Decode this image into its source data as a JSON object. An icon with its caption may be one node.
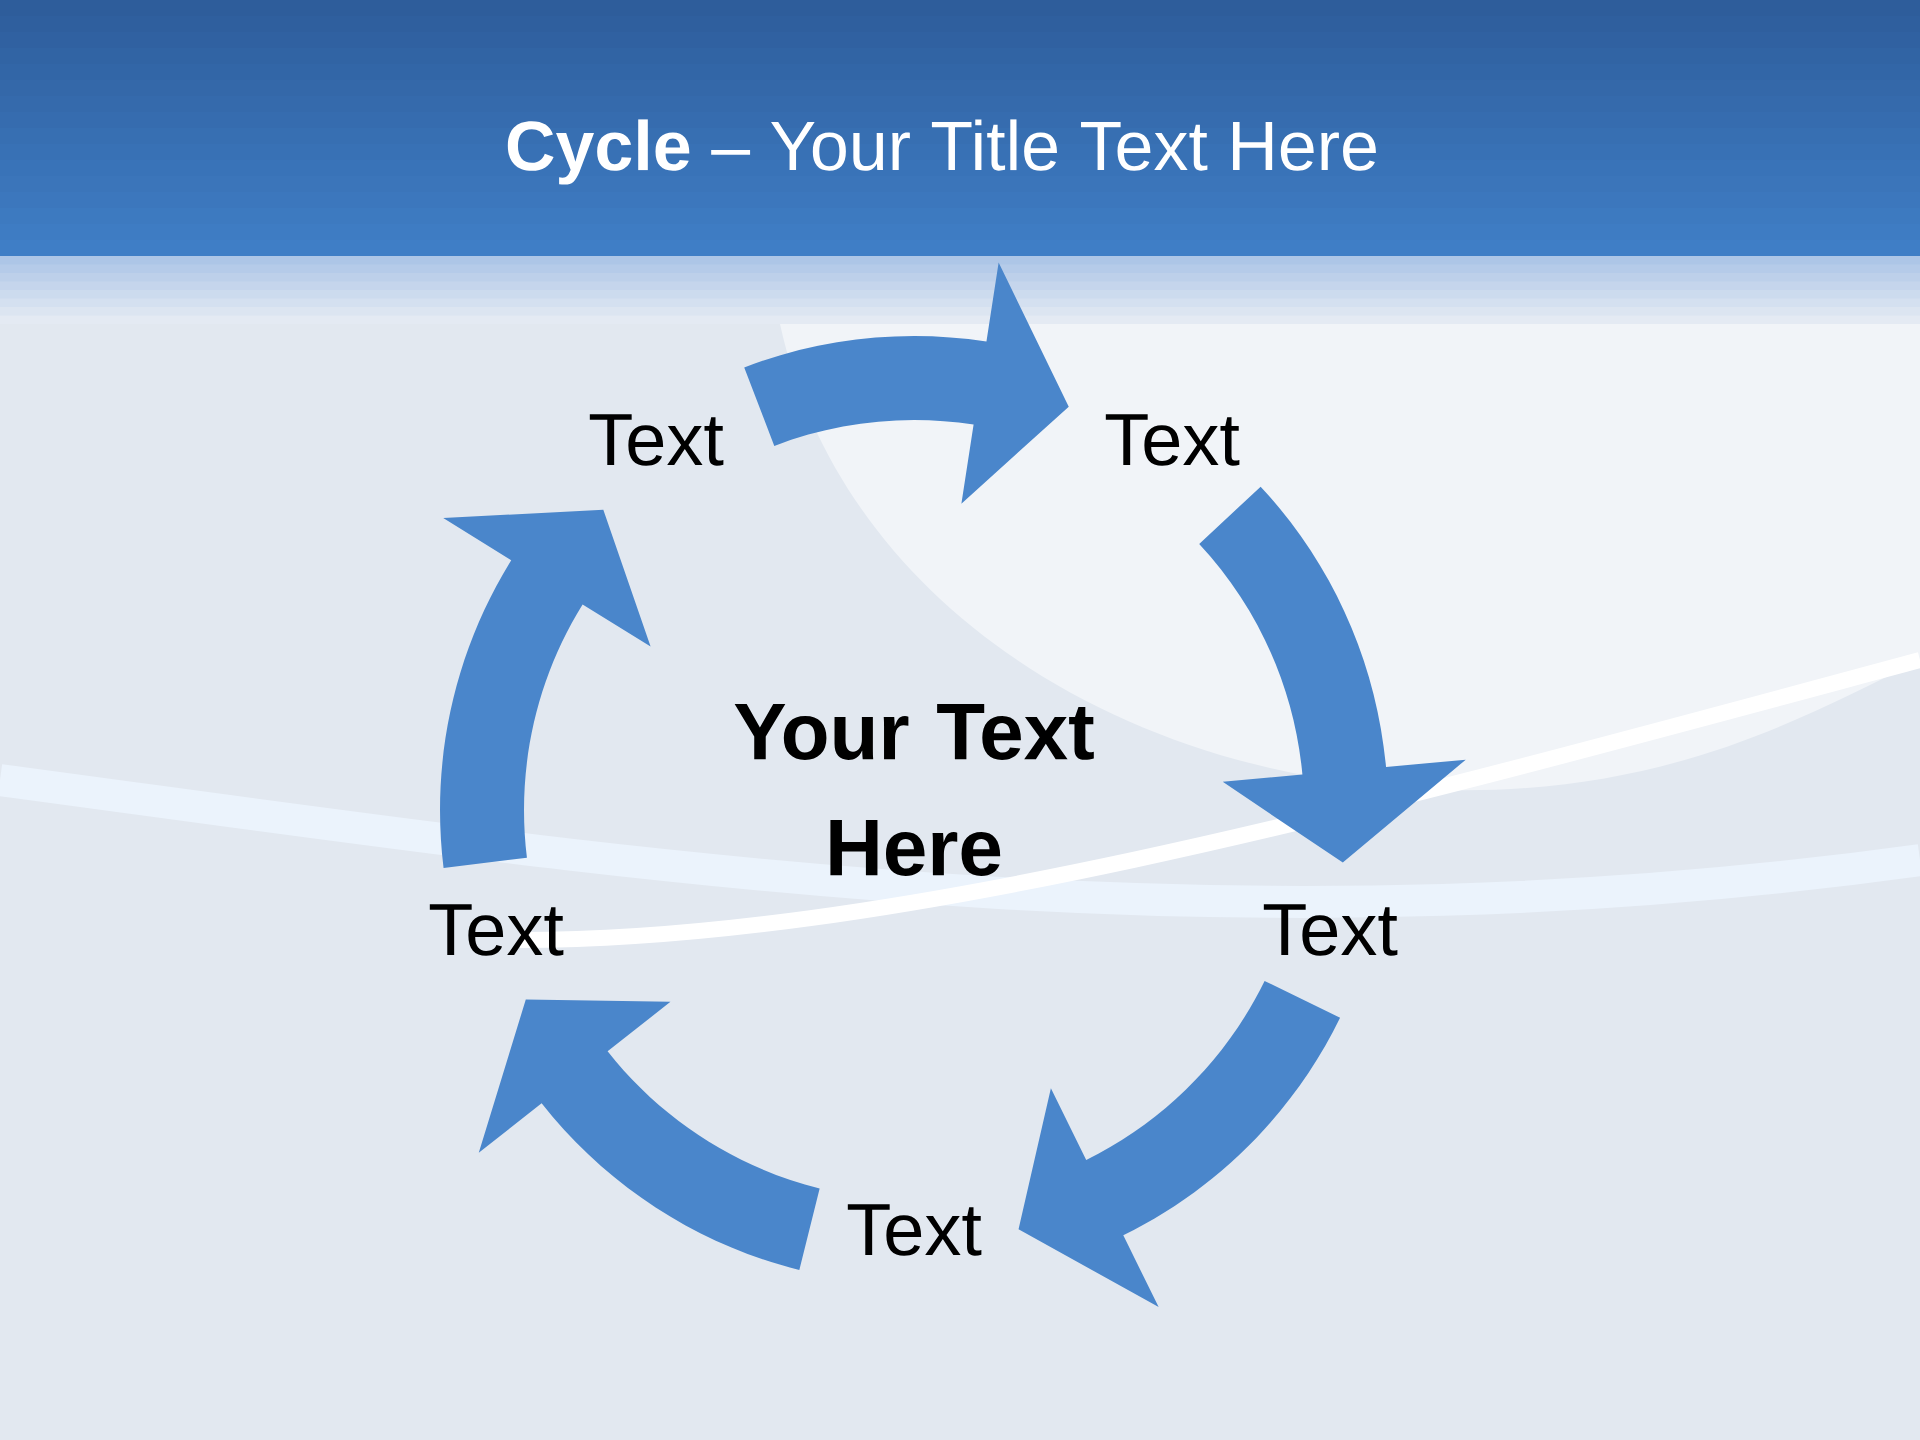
{
  "diagram": {
    "title": "**Cycle** – Your Title Text Here",
    "nodes": [
      {
        "text": [
          "Text"
        ]
      },
      {
        "text": [
          "Text"
        ]
      },
      {
        "text": [
          "Text"
        ]
      },
      {
        "text": [
          "Text"
        ]
      },
      {
        "text": [
          "Text"
        ]
      }
    ],
    "edges": [
      {
        "from": 0,
        "to": 1,
        "arrow": "to"
      },
      {
        "from": 1,
        "to": 3,
        "arrow": "to"
      },
      {
        "from": 3,
        "to": 4,
        "arrow": "to"
      },
      {
        "from": 4,
        "to": 2,
        "arrow": "to"
      },
      {
        "from": 2,
        "to": 0,
        "arrow": "to"
      }
    ],
    "labels": [
      "Your Text Here"
    ]
  }
}
